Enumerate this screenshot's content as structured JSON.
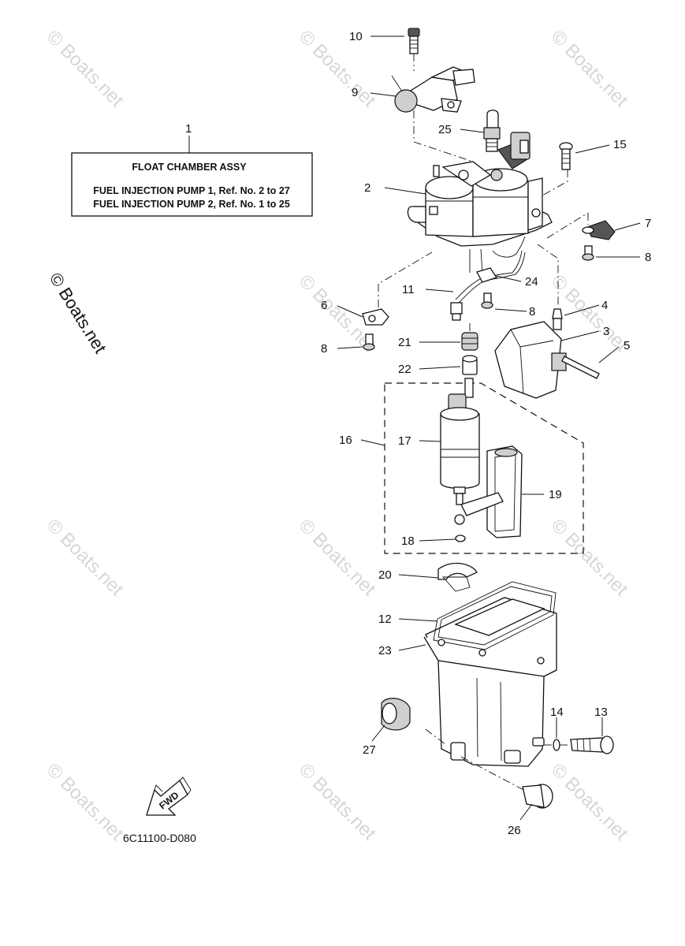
{
  "label_box": {
    "title": "FLOAT CHAMBER ASSY",
    "line1": "FUEL INJECTION PUMP 1,  Ref. No. 2 to 27",
    "line2": "FUEL INJECTION PUMP 2,  Ref. No. 1 to 25"
  },
  "watermark_text": "© Boats.net",
  "side_watermark": "© Boats.net",
  "fwd_label": "FWD",
  "diagram_code": "6C11100-D080",
  "callouts": {
    "c1": "1",
    "c2": "2",
    "c3": "3",
    "c4": "4",
    "c5": "5",
    "c6": "6",
    "c7": "7",
    "c8a": "8",
    "c8b": "8",
    "c8c": "8",
    "c9": "9",
    "c10": "10",
    "c11": "11",
    "c12": "12",
    "c13": "13",
    "c14": "14",
    "c15": "15",
    "c16": "16",
    "c17": "17",
    "c18": "18",
    "c19": "19",
    "c20": "20",
    "c21": "21",
    "c22": "22",
    "c23": "23",
    "c24": "24",
    "c25": "25",
    "c26": "26",
    "c27": "27"
  }
}
